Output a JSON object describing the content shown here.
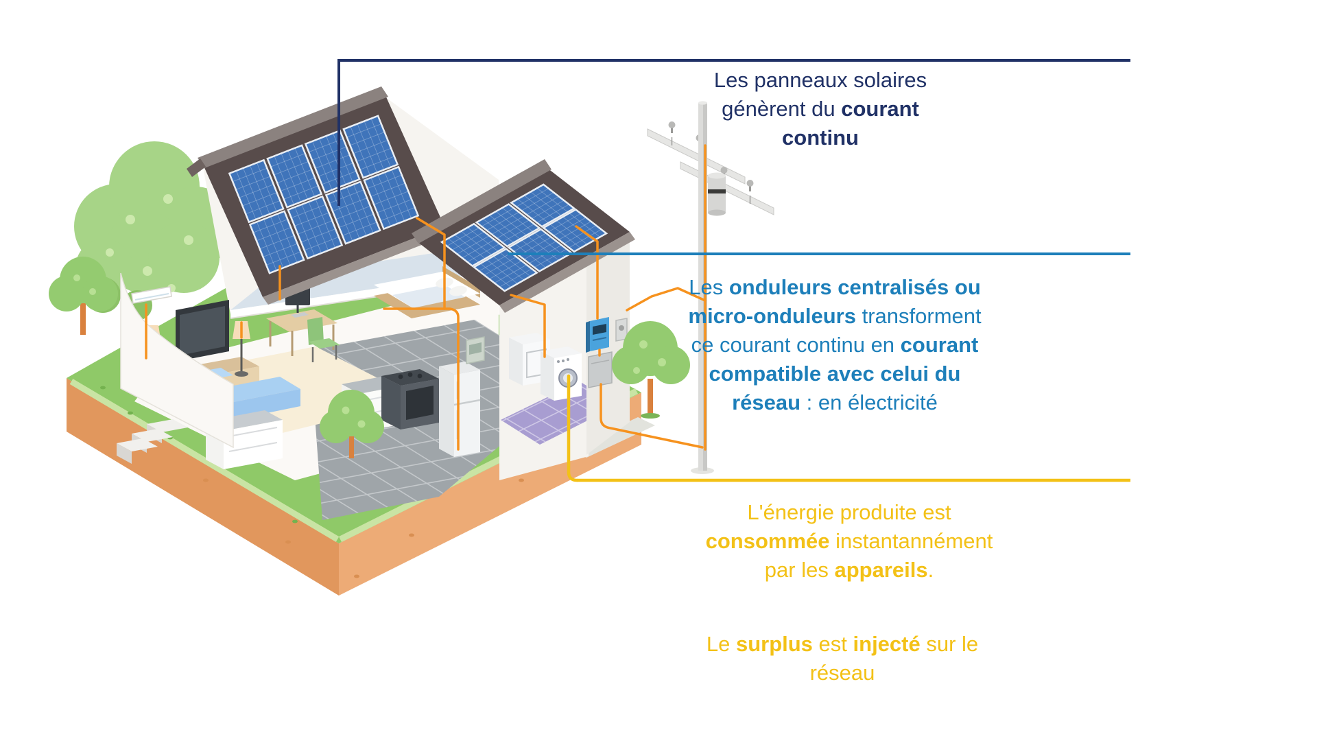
{
  "palette": {
    "navy": "#203166",
    "blue": "#1d7fba",
    "yellow": "#f3c117",
    "orange": "#f6921e",
    "panel_blue": "#3f74ba",
    "panel_grid": "#e9eef4",
    "roof_dark": "#584c4b",
    "roof_cap": "#8b827f",
    "roof_eave": "#9b928e",
    "grass": "#8fc968",
    "grass_light": "#c9e4a4",
    "soil_light": "#edab76",
    "soil_dark": "#e1975d",
    "wall_white": "#f7f5f1",
    "floor_upper": "#d8e2eb",
    "floor_living": "#f8eed8",
    "floor_laundry": "#a89dd1",
    "tile_gray": "#9fa5a9",
    "tree_green": "#a7d487",
    "trunk": "#d9813e"
  },
  "callouts": [
    {
      "id": "dc-generation",
      "color": "#203166",
      "lines": [
        [
          {
            "t": "Les panneaux solaires"
          }
        ],
        [
          {
            "t": "génèrent du "
          },
          {
            "t": "courant",
            "b": true
          }
        ],
        [
          {
            "t": "continu",
            "b": true
          }
        ]
      ]
    },
    {
      "id": "inverters",
      "color": "#1d7fba",
      "lines": [
        [
          {
            "t": "Les "
          },
          {
            "t": "onduleurs centralisés ou",
            "b": true
          }
        ],
        [
          {
            "t": "micro-onduleurs",
            "b": true
          },
          {
            "t": " transforment"
          }
        ],
        [
          {
            "t": "ce courant continu en "
          },
          {
            "t": "courant",
            "b": true
          }
        ],
        [
          {
            "t": "compatible avec celui du",
            "b": true
          }
        ],
        [
          {
            "t": "réseau",
            "b": true
          },
          {
            "t": " : en électricité"
          }
        ]
      ]
    },
    {
      "id": "consumption",
      "color": "#f3c117",
      "lines": [
        [
          {
            "t": "L'énergie produite est"
          }
        ],
        [
          {
            "t": "consommée",
            "b": true
          },
          {
            "t": " instantannément"
          }
        ],
        [
          {
            "t": "par les "
          },
          {
            "t": "appareils",
            "b": true
          },
          {
            "t": "."
          }
        ]
      ]
    },
    {
      "id": "surplus",
      "color": "#f3c117",
      "lines": [
        [
          {
            "t": "Le "
          },
          {
            "t": "surplus",
            "b": true
          },
          {
            "t": " est "
          },
          {
            "t": "injecté",
            "b": true
          },
          {
            "t": " sur le"
          }
        ],
        [
          {
            "t": "réseau"
          }
        ]
      ]
    }
  ]
}
